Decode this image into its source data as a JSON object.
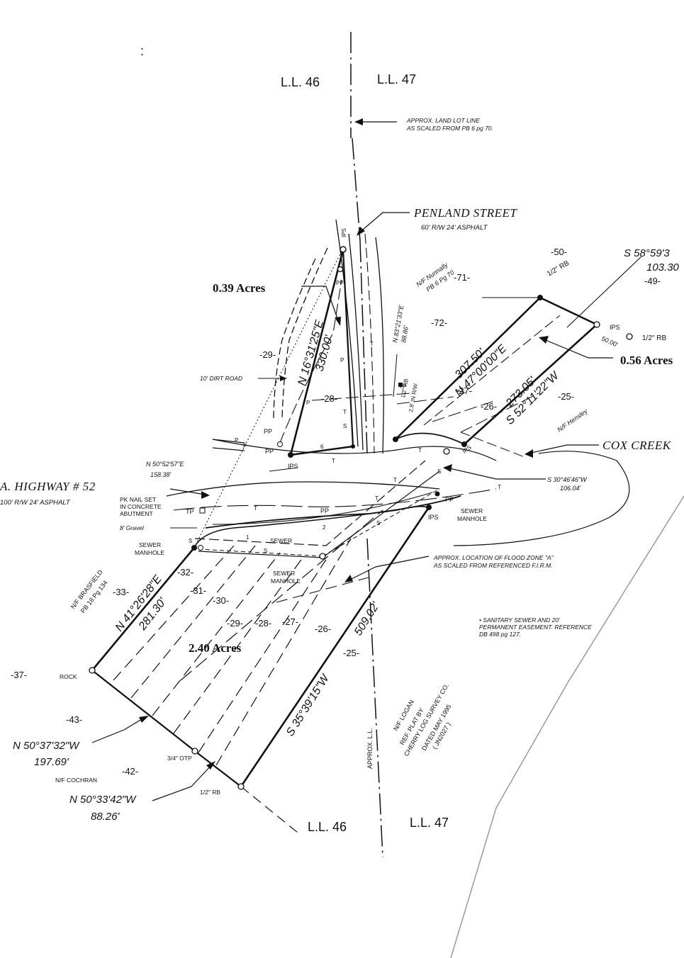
{
  "land_lots": {
    "top_left": "L.L. 46",
    "top_right": "L.L. 47",
    "bottom_left": "L.L. 46",
    "bottom_right": "L.L. 47",
    "approx_line_note_1": "APPROX. LAND LOT LINE",
    "approx_line_note_2": "AS SCALED FROM PB 6 pg 70.",
    "approx_ll_label": "APPROX. L.L."
  },
  "streets": {
    "penland": "PENLAND STREET",
    "penland_rw": "60' R/W  24' ASPHALT",
    "highway": "A. HIGHWAY # 52",
    "highway_rw": "100' R/W  24' ASPHALT",
    "cox_creek": "COX CREEK",
    "dirt_road": "10' DIRT ROAD"
  },
  "areas": {
    "parcel_north": "0.39 Acres",
    "parcel_east": "0.56 Acres",
    "parcel_main": "2.40 Acres"
  },
  "bearings": {
    "n16": "N 16°31'25\"E",
    "n16_dist": "330.00'",
    "n83": "N 83°21'33\"E",
    "n83_dist": "88.86'",
    "n47": "N 47°00'00\"E",
    "n47_dist": "307.50'",
    "s52": "S 52°11'22\"W",
    "s52_dist": "273.05'",
    "s58": "S 58°59'3",
    "s58_dist": "103.30",
    "dist_50": "50.00'",
    "n50_52": "N 50°52'57\"E",
    "n50_52_dist": "158.38'",
    "s30": "S 30°46'46\"W",
    "s30_dist": "106.04'",
    "n41": "N 41°26'28\"E",
    "n41_dist": "281.30'",
    "s35": "S 35°39'15\"W",
    "s35_dist": "509.02'",
    "n50_37": "N 50°37'32\"W",
    "n50_37_dist": "197.69'",
    "n50_33": "N 50°33'42\"W",
    "n50_33_dist": "88.26'"
  },
  "owners": {
    "nunnally_1": "N/F Nunnally",
    "nunnally_2": "PB 6 Pg 70",
    "hensley": "N/F Hensley",
    "brasfield_1": "N/F BRASFIELD",
    "brasfield_2": "PB 18 Pg 134",
    "cochran": "N/F COCHRAN",
    "logan_1": "N/F LOGAN",
    "logan_2": "REF. PLAT BY",
    "logan_3": "CHERRY LOG SURVEY CO.",
    "logan_4": "DATED MAY 1995",
    "logan_5": "( JN2027 )"
  },
  "markers": {
    "ips": "IPS",
    "rb_half": "1/2\" RB",
    "otp": "3/4\" OTP",
    "rock": "ROCK",
    "pp": "PP",
    "tp": "TP",
    "pk_nail_1": "PK NAIL SET",
    "pk_nail_2": "IN CONCRETE",
    "pk_nail_3": "ABUTMENT",
    "gravel": "8' Gravel",
    "sewer_manhole_1": "SEWER",
    "sewer_manhole_2": "MANHOLE",
    "sewer": "SEWER",
    "rb_rw_1": "1/2\" RB",
    "rb_rw_2": "2.8' IN R/W"
  },
  "notes": {
    "flood_1": "APPROX. LOCATION OF FLOOD ZONE \"A\"",
    "flood_2": "AS SCALED FROM REFERENCED F.I.R.M.",
    "sewer_1": "• SANITARY SEWER AND 20'",
    "sewer_2": "PERMANENT EASEMENT. REFERENCE",
    "sewer_3": "DB 498 pg 127."
  },
  "contours": {
    "c50": "-50-",
    "c49": "-49-",
    "c71": "-71-",
    "c72": "-72-",
    "c29": "-29-",
    "c28": "-28-",
    "c27": "-27-",
    "c26": "-26-",
    "c25": "-25-",
    "c32": "-32-",
    "c31": "-31-",
    "c30": "-30-",
    "c33": "-33-",
    "c29b": "-29-",
    "c28b": "-28-",
    "c27b": "-27-",
    "c26b": "-26-",
    "c25b": "-25-",
    "c37": "-37-",
    "c43": "-43-",
    "c42": "-42-"
  },
  "misc": {
    "colon": ":"
  }
}
